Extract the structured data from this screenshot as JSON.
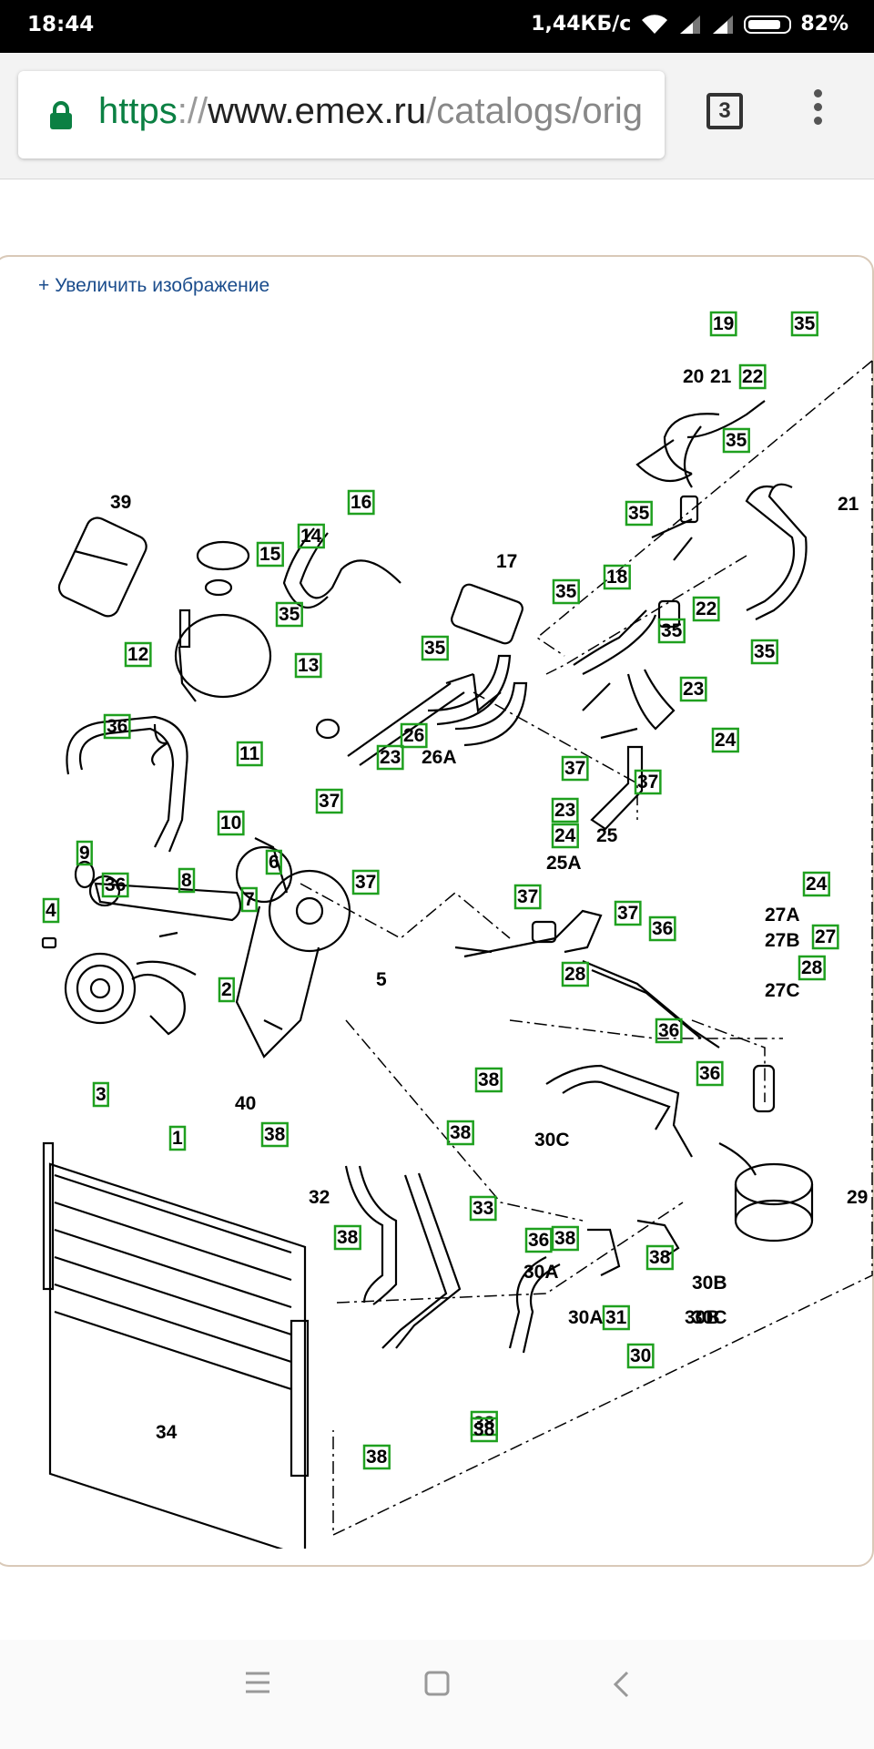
{
  "status": {
    "time": "18:44",
    "speed": "1,44КБ/с",
    "battery": "82%",
    "battery_level": 0.82
  },
  "browser": {
    "url_scheme": "https",
    "url_slashes": "://",
    "url_host": "www.emex.ru",
    "url_path": "/catalogs/orig",
    "tab_count": "3",
    "lock_icon": "lock-icon",
    "menu_icon": "more-vert-icon",
    "accent": "#0b8043"
  },
  "page": {
    "zoom_link": "+ Увеличить изображение",
    "link_color": "#1a4c8c"
  },
  "diagram": {
    "boxed_label_color": "#1fa01f",
    "callouts": [
      {
        "t": "19",
        "b": true
      },
      {
        "t": "35",
        "b": true
      },
      {
        "t": "20",
        "b": false
      },
      {
        "t": "21",
        "b": false
      },
      {
        "t": "22",
        "b": true
      },
      {
        "t": "35",
        "b": true
      },
      {
        "t": "35",
        "b": true
      },
      {
        "t": "21",
        "b": false
      },
      {
        "t": "39",
        "b": false
      },
      {
        "t": "16",
        "b": true
      },
      {
        "t": "17",
        "b": false
      },
      {
        "t": "18",
        "b": true
      },
      {
        "t": "35",
        "b": true
      },
      {
        "t": "14",
        "b": true
      },
      {
        "t": "15",
        "b": true
      },
      {
        "t": "22",
        "b": true
      },
      {
        "t": "35",
        "b": true
      },
      {
        "t": "35",
        "b": true
      },
      {
        "t": "12",
        "b": true
      },
      {
        "t": "35",
        "b": true
      },
      {
        "t": "13",
        "b": true
      },
      {
        "t": "35",
        "b": true
      },
      {
        "t": "23",
        "b": true
      },
      {
        "t": "36",
        "b": true
      },
      {
        "t": "26",
        "b": true
      },
      {
        "t": "11",
        "b": true
      },
      {
        "t": "23",
        "b": true
      },
      {
        "t": "26A",
        "b": false
      },
      {
        "t": "24",
        "b": true
      },
      {
        "t": "37",
        "b": true
      },
      {
        "t": "37",
        "b": true
      },
      {
        "t": "10",
        "b": true
      },
      {
        "t": "37",
        "b": true
      },
      {
        "t": "23",
        "b": true
      },
      {
        "t": "24",
        "b": true
      },
      {
        "t": "25",
        "b": false
      },
      {
        "t": "9",
        "b": true
      },
      {
        "t": "6",
        "b": true
      },
      {
        "t": "25A",
        "b": false
      },
      {
        "t": "36",
        "b": true
      },
      {
        "t": "8",
        "b": true
      },
      {
        "t": "37",
        "b": true
      },
      {
        "t": "24",
        "b": true
      },
      {
        "t": "4",
        "b": true
      },
      {
        "t": "7",
        "b": true
      },
      {
        "t": "37",
        "b": true
      },
      {
        "t": "37",
        "b": true
      },
      {
        "t": "27A",
        "b": false
      },
      {
        "t": "36",
        "b": true
      },
      {
        "t": "27B",
        "b": false
      },
      {
        "t": "27",
        "b": true
      },
      {
        "t": "5",
        "b": false
      },
      {
        "t": "28",
        "b": true
      },
      {
        "t": "28",
        "b": true
      },
      {
        "t": "2",
        "b": true
      },
      {
        "t": "27C",
        "b": false
      },
      {
        "t": "36",
        "b": true
      },
      {
        "t": "3",
        "b": true
      },
      {
        "t": "38",
        "b": true
      },
      {
        "t": "36",
        "b": true
      },
      {
        "t": "40",
        "b": false
      },
      {
        "t": "1",
        "b": true
      },
      {
        "t": "38",
        "b": true
      },
      {
        "t": "38",
        "b": true
      },
      {
        "t": "30C",
        "b": false
      },
      {
        "t": "32",
        "b": false
      },
      {
        "t": "33",
        "b": true
      },
      {
        "t": "36",
        "b": true
      },
      {
        "t": "29",
        "b": false
      },
      {
        "t": "38",
        "b": true
      },
      {
        "t": "30A",
        "b": false
      },
      {
        "t": "38",
        "b": true
      },
      {
        "t": "30B",
        "b": false
      },
      {
        "t": "38",
        "b": true
      },
      {
        "t": "38",
        "b": true
      },
      {
        "t": "30A",
        "b": false
      },
      {
        "t": "31",
        "b": true
      },
      {
        "t": "30B",
        "b": false
      },
      {
        "t": "30C",
        "b": false
      },
      {
        "t": "30",
        "b": true
      },
      {
        "t": "34",
        "b": false
      },
      {
        "t": "38",
        "b": true
      },
      {
        "t": "38",
        "b": true
      }
    ]
  },
  "navbar": {
    "menu_icon": "menu-icon",
    "home_icon": "home-icon",
    "back_icon": "back-icon"
  }
}
